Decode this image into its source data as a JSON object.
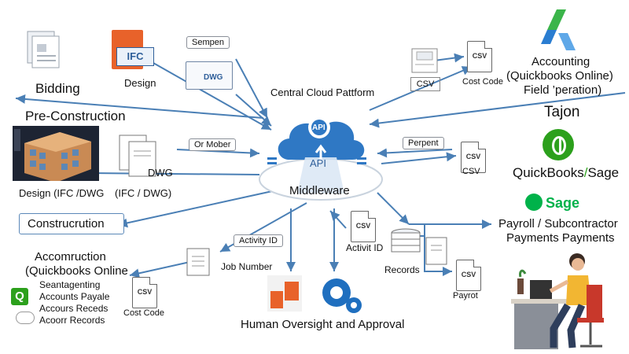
{
  "colors": {
    "arrow": "#4a7fb5",
    "cloud": "#2f78c4",
    "accent_orange": "#e8622a",
    "quickbooks_green": "#2ca01c",
    "sage_green": "#00b24a",
    "desk": "#8a8f98"
  },
  "icons": [
    "documents-icon",
    "ifc-file-icon",
    "dwg-file-icon",
    "csv-file-icon",
    "cloud-api-icon",
    "gear-icon",
    "building-model-icon",
    "quickbooks-logo",
    "sage-logo",
    "accounting-app-logo",
    "person-at-desk-illustration",
    "approval-icon"
  ],
  "left": {
    "bidding": "Bidding",
    "design": "Design",
    "ifc": "IFC",
    "sempen": "Sempen",
    "dwg_top": "DWG",
    "preconstruction": "Pre-Construction",
    "or_mober": "Or Mober",
    "dwg_mid": "DWG",
    "design_ifc_dwg": "Design (IFC /DWG",
    "ifc_dwg": "(IFC / DWG)",
    "construction": "Construcrution",
    "accom_title_1": "Accomruction",
    "accom_title_2": "(Quickbooks Online",
    "seantagenting": "Seantagenting",
    "accounts_payable": "Accounts Payale",
    "accounts_receds": "Accours Receds",
    "acoorr_records": "Acoorr Records",
    "csv_cost": "CSV",
    "cost_code_left": "Cost Code"
  },
  "center": {
    "platform": "Central Cloud Pattform",
    "api_top": "API",
    "api_mid": "API",
    "middleware": "Middleware",
    "activity_id": "Activity ID",
    "job_number": "Job Number",
    "csv_center": "CSV",
    "activit_id": "Activit ID",
    "human_oversight": "Human Oversight and Approval"
  },
  "right": {
    "csv_top_left": "CSV",
    "csv_top_right": "CSV",
    "cost_code": "Cost Code",
    "accounting_1": "Accounting",
    "accounting_2": "(Quickbooks Online)",
    "accounting_3": "Field ’peration)",
    "tajon": "Tajon",
    "perpent": "Perpent",
    "csv_mid": "CSV",
    "csv_mid2": "CSV",
    "quickbooks": "QuickBooks",
    "slash": "/",
    "sage_word": "Sage",
    "sage_logo": "Sage",
    "payroll_1": "Payroll / Subcontractor",
    "payroll_2": "Payments Payments",
    "records": "Records",
    "csv_payrot": "CSV",
    "payrot": "Payrot"
  }
}
